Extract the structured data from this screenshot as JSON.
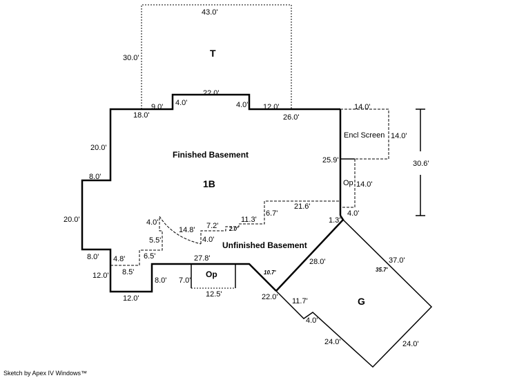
{
  "sketch": {
    "areas": {
      "tier": "T",
      "finished_basement": "Finished Basement",
      "level_code": "1B",
      "unfinished_basement": "Unfinished Basement",
      "encl_screen": "Encl Screen",
      "open_porch_right": "Op",
      "open_porch_bottom": "Op",
      "garage": "G"
    },
    "dimensions": {
      "t_top": "43.0'",
      "t_left": "30.0'",
      "bump_top": "22.0'",
      "bump_left": "4.0'",
      "bump_right": "4.0'",
      "top_left_seg": "9.0'",
      "top_right_seg": "12.0'",
      "top_18": "18.0'",
      "top_26": "26.0'",
      "left_20_upper": "20.0'",
      "left_8_upper": "8.0'",
      "left_20_lower": "20.0'",
      "left_8_lower": "8.0'",
      "left_12": "12.0'",
      "bottom_12": "12.0'",
      "step_8": "8.0'",
      "bottom_27_8": "27.8'",
      "op_7": "7.0'",
      "op_12_5": "12.5'",
      "diag_10_7": "10.7'",
      "unf_4_8": "4.8'",
      "unf_8_5": "8.5'",
      "unf_6_5": "6.5'",
      "unf_5_5": "5.5'",
      "unf_4_0_a": "4.0'",
      "unf_14_8": "14.8'",
      "unf_4_0_b": "4.0'",
      "unf_7_2": "7.2'",
      "unf_2_0": "2.0'",
      "unf_11_3": "11.3'",
      "unf_6_7": "6.7'",
      "unf_21_6": "21.6'",
      "encl_top": "14.0'",
      "encl_right": "14.0'",
      "right_25_9": "25.9'",
      "op_right_14": "14.0'",
      "op_right_4": "4.0'",
      "right_1_3": "1.3'",
      "overall_30_6": "30.6'",
      "g_28": "28.0'",
      "g_37": "37.0'",
      "g_35_7": "35.7'",
      "g_22": "22.0'",
      "g_11_7": "11.7'",
      "g_4": "4.0'",
      "g_24_left": "24.0'",
      "g_24_right": "24.0'"
    },
    "credit": "Sketch by Apex IV Windows™"
  }
}
